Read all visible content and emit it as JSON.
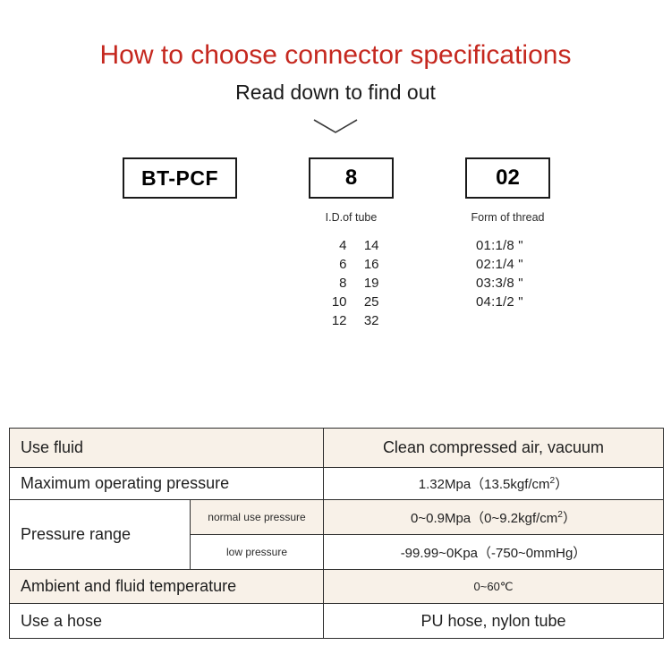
{
  "header": {
    "title": "How to choose connector specifications",
    "subtitle": "Read down to find out",
    "title_color": "#c5281f",
    "subtitle_color": "#1a1a1a",
    "chevron_icon": "chevron-down-icon"
  },
  "code_breakdown": {
    "series": {
      "value": "BT-PCF",
      "caption": ""
    },
    "tube_id": {
      "value": "8",
      "caption": "I.D.of tube",
      "options_col1": [
        "4",
        "6",
        "8",
        "10",
        "12"
      ],
      "options_col2": [
        "14",
        "16",
        "19",
        "25",
        "32"
      ]
    },
    "thread": {
      "value": "02",
      "caption": "Form of thread",
      "options": [
        "01:1/8 \"",
        "02:1/4 \"",
        "03:3/8 \"",
        "04:1/2 \""
      ]
    }
  },
  "spec_table": {
    "accent_row_color": "#f8f1e8",
    "rows": [
      {
        "label": "Use fluid",
        "value": "Clean compressed air, vacuum"
      },
      {
        "label": "Maximum operating pressure",
        "value_prefix": "1.32Mpa（13.5kgf/cm",
        "value_sup": "2",
        "value_suffix": "）"
      },
      {
        "label": "Pressure range",
        "sub_rows": [
          {
            "sublabel": "normal use pressure",
            "value_prefix": "0~0.9Mpa（0~9.2kgf/cm",
            "value_sup": "2",
            "value_suffix": "）"
          },
          {
            "sublabel": "low pressure",
            "value": "-99.99~0Kpa（-750~0mmHg）"
          }
        ]
      },
      {
        "label": "Ambient and fluid temperature",
        "value": "0~60℃"
      },
      {
        "label": "Use a hose",
        "value": "PU hose, nylon tube"
      }
    ]
  }
}
